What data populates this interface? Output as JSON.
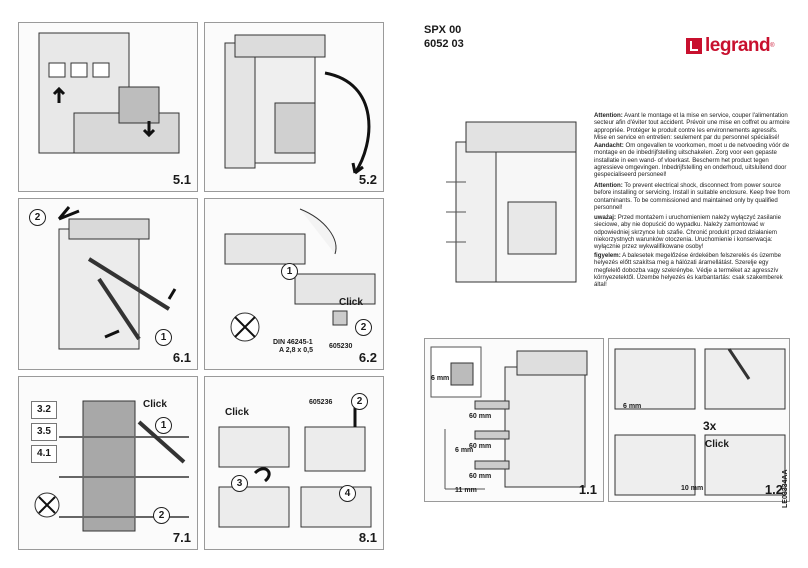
{
  "header": {
    "product": "SPX 00",
    "reference": "6052 03",
    "brand": "legrand",
    "brand_mark": "®"
  },
  "panels": [
    {
      "id": "5.1",
      "label": "5.1"
    },
    {
      "id": "5.2",
      "label": "5.2"
    },
    {
      "id": "6.1",
      "label": "6.1",
      "steps": [
        "2",
        "1"
      ]
    },
    {
      "id": "6.2",
      "label": "6.2",
      "steps": [
        "1",
        "2"
      ],
      "click": "Click",
      "din": "DIN 46245-1",
      "size": "A 2,8 x 0,5",
      "ref": "605230"
    },
    {
      "id": "7.1",
      "label": "7.1",
      "steps": [
        "1",
        "2"
      ],
      "click": "Click",
      "side_refs": [
        "3.2",
        "3.5",
        "4.1"
      ]
    },
    {
      "id": "8.1",
      "label": "8.1",
      "steps": [
        "2",
        "3",
        "4"
      ],
      "click": "Click",
      "ref": "605236"
    },
    {
      "id": "1.1",
      "label": "1.1",
      "dims": [
        "6 mm",
        "11 mm",
        "6 mm",
        "60 mm",
        "60 mm",
        "60 mm"
      ]
    },
    {
      "id": "1.2",
      "label": "1.2",
      "dims": [
        "6 mm",
        "10 mm"
      ],
      "multiplier": "3x",
      "click": "Click"
    }
  ],
  "warnings": [
    {
      "title": "Attention:",
      "text": "Avant le montage et la mise en service, couper l'alimentation secteur afin d'éviter tout accident. Prévoir une mise en coffret ou armoire appropriée. Protéger le produit contre les environnements agressifs. Mise en service en entretien: seulement par du personnel spécialisé!"
    },
    {
      "title": "Aandacht:",
      "text": "Om ongevallen te voorkomen, moet u de netvoeding vóór de montage en de inbedrijfstelling uitschakelen. Zorg voor een gepaste installatie in een wand- of vloerkast. Bescherm het product tegen agressieve omgevingen. Inbedrijfstelling en onderhoud, uitsluitend door gespecialiseerd personeel!"
    },
    {
      "title": "Attention:",
      "text": "To prevent electrical shock, disconnect from power source before installing or servicing. Install in suitable enclosure. Keep free from contaminants. To be commissioned and maintained only by qualified personnel!"
    },
    {
      "title": "uważaj:",
      "text": "Przed montażem i uruchomieniem należy wyłączyć zasilanie sieciowe, aby nie dopuścić do wypadku. Należy zamontować w odpowiedniej skrzynce lub szafie. Chronić produkt przed działaniem niekorzystnych warunków otoczenia. Uruchomienie i konserwacja: wyłącznie przez wykwalifikowane osoby!"
    },
    {
      "title": "figyelem:",
      "text": "A balesetek megelőzése érdekében felszerelés és üzembe helyezés előtt szakítsa meg a hálózati áramellátást. Szerelje egy megfelelő dobozba vagy szekrénybe. Védje a terméket az agresszív környezetektől. Üzembe helyezés és karbantartás: csak szakemberek által!"
    }
  ],
  "doc_code": "LE03334AA",
  "colors": {
    "brand_red": "#c8102e",
    "line": "#333333",
    "panel_border": "#9a9a9a"
  }
}
